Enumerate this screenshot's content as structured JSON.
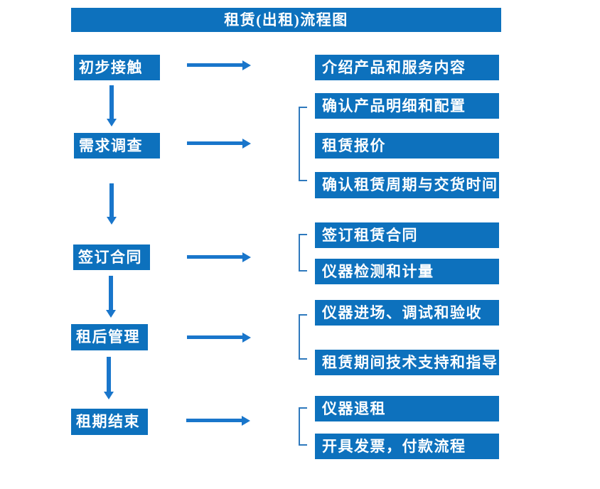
{
  "title": "租赁(出租)流程图",
  "colors": {
    "box": "#0d71bd",
    "arrow": "#1976cb",
    "bracket": "#2e79bd",
    "text": "#ffffff"
  },
  "steps": [
    {
      "label": "初步接触",
      "details": [
        "介绍产品和服务内容"
      ]
    },
    {
      "label": "需求调查",
      "details": [
        "确认产品明细和配置",
        "租赁报价",
        "确认租赁周期与交货时间"
      ]
    },
    {
      "label": "签订合同",
      "details": [
        "签订租赁合同",
        "仪器检测和计量"
      ]
    },
    {
      "label": "租后管理",
      "details": [
        "仪器进场、调试和验收",
        "租赁期间技术支持和指导"
      ]
    },
    {
      "label": "租期结束",
      "details": [
        "仪器退租",
        "开具发票，付款流程"
      ]
    }
  ]
}
